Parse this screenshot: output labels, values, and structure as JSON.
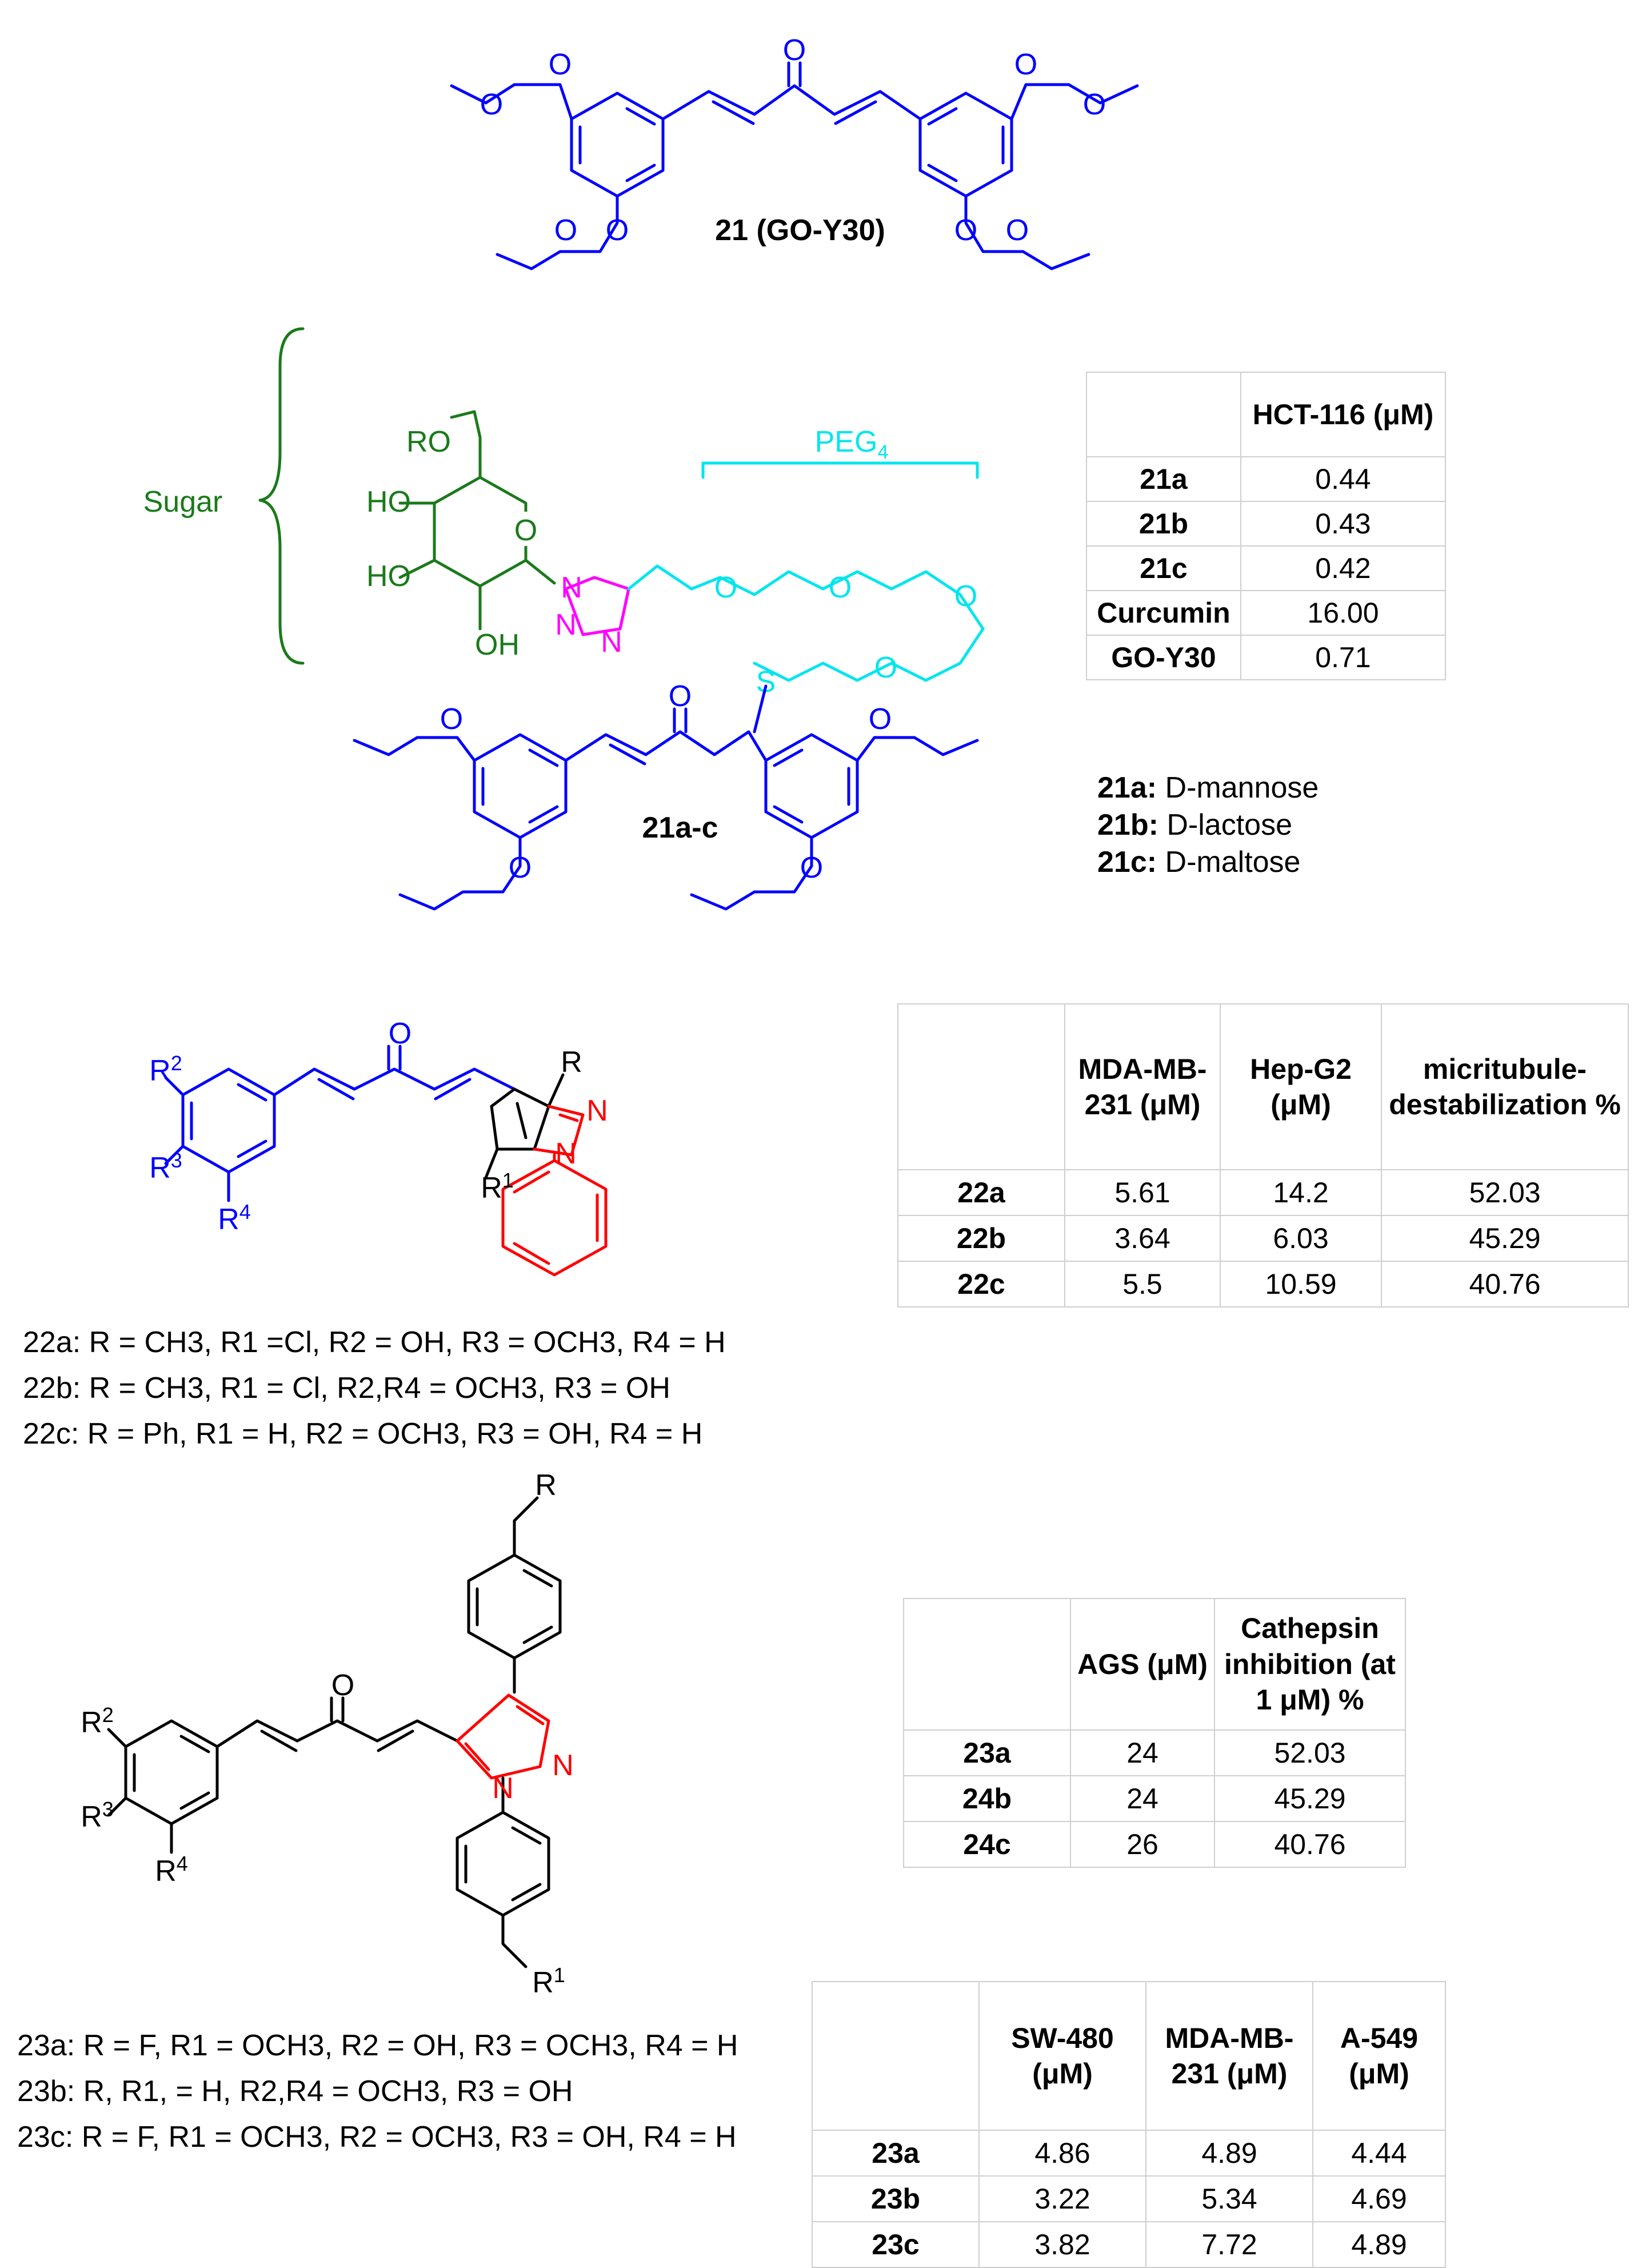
{
  "compound21": {
    "label": "21 (GO-Y30)"
  },
  "compound21ac": {
    "label": "21a-c",
    "sugar_label": "Sugar",
    "peg_label": "PEG",
    "peg_sub": "4",
    "substituent_labels": {
      "ro": "RO",
      "ho1": "HO",
      "ho2": "HO",
      "oh": "OH",
      "s": "S",
      "n": "N"
    },
    "sugars": [
      {
        "id": "21a:",
        "name": "D-mannose"
      },
      {
        "id": "21b:",
        "name": "D-lactose"
      },
      {
        "id": "21c:",
        "name": "D-maltose"
      }
    ]
  },
  "table1": {
    "headers": [
      "",
      "HCT-116 (μM)"
    ],
    "rows": [
      [
        "21a",
        "0.44"
      ],
      [
        "21b",
        "0.43"
      ],
      [
        "21c",
        "0.42"
      ],
      [
        "Curcumin",
        "16.00"
      ],
      [
        "GO-Y30",
        "0.71"
      ]
    ]
  },
  "table2": {
    "headers": [
      "",
      "MDA-MB-231 (μM)",
      "Hep-G2 (μM)",
      "micritubule-destabilization %"
    ],
    "rows": [
      [
        "22a",
        "5.61",
        "14.2",
        "52.03"
      ],
      [
        "22b",
        "3.64",
        "6.03",
        "45.29"
      ],
      [
        "22c",
        "5.5",
        "10.59",
        "40.76"
      ]
    ]
  },
  "table3": {
    "headers": [
      "",
      "AGS (μM)",
      "Cathepsin inhibition (at 1 μM) %"
    ],
    "rows": [
      [
        "23a",
        "24",
        "52.03"
      ],
      [
        "24b",
        "24",
        "45.29"
      ],
      [
        "24c",
        "26",
        "40.76"
      ]
    ]
  },
  "table4": {
    "headers": [
      "",
      "SW-480 (μM)",
      "MDA-MB-231 (μM)",
      "A-549 (μM)"
    ],
    "rows": [
      [
        "23a",
        "4.86",
        "4.89",
        "4.44"
      ],
      [
        "23b",
        "3.22",
        "5.34",
        "4.69"
      ],
      [
        "23c",
        "3.82",
        "7.72",
        "4.89"
      ]
    ]
  },
  "compound22": {
    "labels": {
      "r": "R",
      "r1": "R",
      "r2": "R",
      "r3": "R",
      "r4": "R",
      "o": "O",
      "n": "N"
    },
    "defs": [
      "22a: R = CH3, R1 =Cl, R2 = OH, R3 = OCH3, R4 = H",
      "22b: R = CH3, R1 = Cl, R2,R4 = OCH3, R3 = OH",
      "22c: R = Ph,  R1 = H,  R2 = OCH3, R3 = OH, R4 = H"
    ]
  },
  "compound23": {
    "labels": {
      "r": "R",
      "r1": "R",
      "r2": "R",
      "r3": "R",
      "r4": "R",
      "o": "O",
      "n": "N"
    },
    "defs": [
      "23a:  R = F, R1 = OCH3, R2 = OH, R3 = OCH3, R4 = H",
      "23b: R, R1, = H, R2,R4 = OCH3, R3 = OH",
      "23c: R = F, R1 = OCH3, R2 = OCH3, R3 = OH, R4 = H"
    ]
  },
  "colors": {
    "core": "#0000ff",
    "sugar": "#1a7a1a",
    "peg": "#00e5ee",
    "triazole": "#ff00ff",
    "pyrazole": "#ff0000",
    "black": "#000000"
  }
}
